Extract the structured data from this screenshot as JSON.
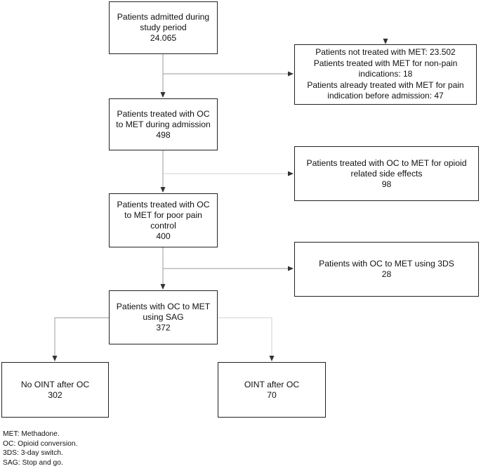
{
  "boxes": {
    "admitted": {
      "line1": "Patients admitted during",
      "line2": "study period",
      "value": "24.065"
    },
    "excluded": {
      "line1": "Patients not treated with MET: 23.502",
      "line2": "Patients treated with MET for non-pain",
      "line3": "indications: 18",
      "line4": "Patients already treated with MET for pain",
      "line5": "indication before admission: 47"
    },
    "oc_to_met": {
      "line1": "Patients treated with OC",
      "line2": "to MET during admission",
      "value": "498"
    },
    "side_effects": {
      "line1": "Patients treated with OC to MET for opioid",
      "line2": "related side effects",
      "value": "98"
    },
    "poor_pain": {
      "line1": "Patients treated with OC",
      "line2": "to MET for poor pain",
      "line3": "control",
      "value": "400"
    },
    "three_ds": {
      "line1": "Patients with OC to MET using 3DS",
      "value": "28"
    },
    "sag": {
      "line1": "Patients with OC to MET",
      "line2": "using SAG",
      "value": "372"
    },
    "no_oint": {
      "line1": "No OINT after OC",
      "value": "302"
    },
    "oint": {
      "line1": "OINT after OC",
      "value": "70"
    }
  },
  "legend": [
    "MET: Methadone.",
    "OC: Opioid conversion.",
    "3DS: 3-day switch.",
    "SAG: Stop and go."
  ]
}
